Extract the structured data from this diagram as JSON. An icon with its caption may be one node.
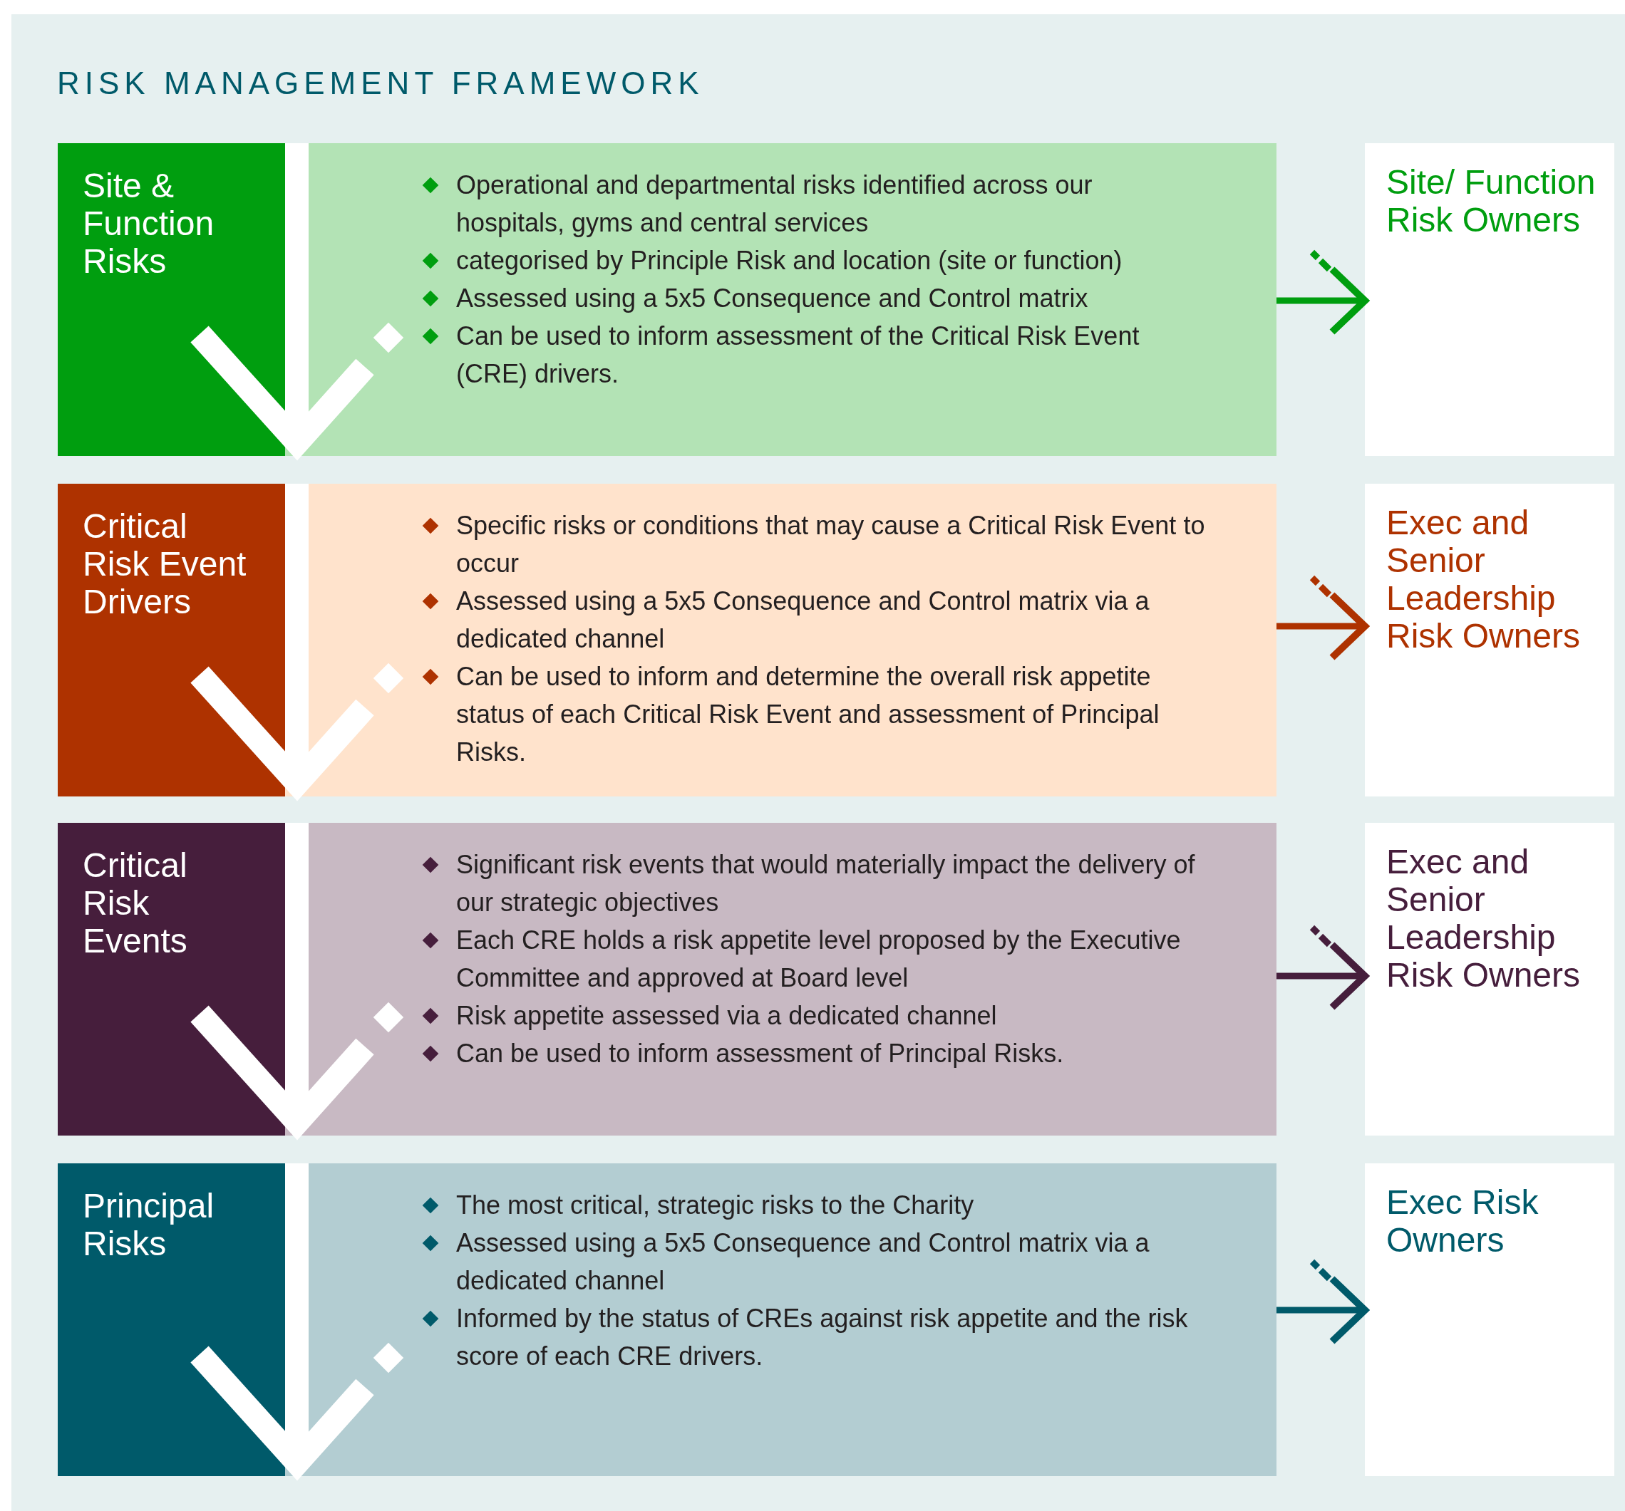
{
  "diagram": {
    "title": "RISK MANAGEMENT FRAMEWORK",
    "nodes": [
      {
        "text": [
          "Operational and departmental risks identified across our hospitals, gyms and central services",
          "categorised by Principle Risk and location (site or function)",
          "Assessed using a 5x5 Consequence and Control matrix",
          "Can be used to inform assessment of the Critical Risk Event (CRE) drivers."
        ]
      },
      {
        "text": [
          "Site & Function Risks"
        ],
        "in": 0
      },
      {
        "text": [
          "Site/ Function Risk Owners"
        ]
      },
      {
        "text": [
          "Specific risks or conditions that may cause a Critical Risk Event to occur",
          "Assessed using a 5x5 Consequence and Control matrix via a dedicated channel",
          "Can be used to inform and determine the overall risk appetite status of each Critical Risk Event and assessment of Principal Risks."
        ]
      },
      {
        "text": [
          "Critical Risk Event Drivers"
        ],
        "in": 3
      },
      {
        "text": [
          "Exec and Senior Leadership Risk Owners"
        ]
      },
      {
        "text": [
          "Significant risk events that would materially impact the delivery of our strategic objectives",
          "Each CRE holds a risk appetite level proposed by the Executive Committee and approved at Board level",
          "Risk appetite assessed via a dedicated channel",
          "Can be used to inform assessment of Principal Risks."
        ]
      },
      {
        "text": [
          "Critical Risk Events"
        ],
        "in": 6
      },
      {
        "text": [
          "Exec and Senior Leadership Risk Owners"
        ]
      },
      {
        "text": [
          "The most critical, strategic risks to the Charity",
          "Assessed using a 5x5 Consequence and Control matrix via a dedicated channel",
          "Informed by the status of CREs against risk appetite and the risk score of each CRE drivers."
        ]
      },
      {
        "text": [
          "Principal Risks"
        ],
        "in": 9
      },
      {
        "text": [
          "Exec Risk Owners"
        ]
      }
    ],
    "edges": [
      {
        "from": 0,
        "to": 2,
        "arrow": "to",
        "color": "#009e0f"
      },
      {
        "from": 3,
        "to": 5,
        "arrow": "to",
        "color": "#ae3200"
      },
      {
        "from": 6,
        "to": 8,
        "arrow": "to",
        "color": "#461e3c"
      },
      {
        "from": 9,
        "to": 11,
        "arrow": "to",
        "color": "#005a6a"
      }
    ]
  }
}
